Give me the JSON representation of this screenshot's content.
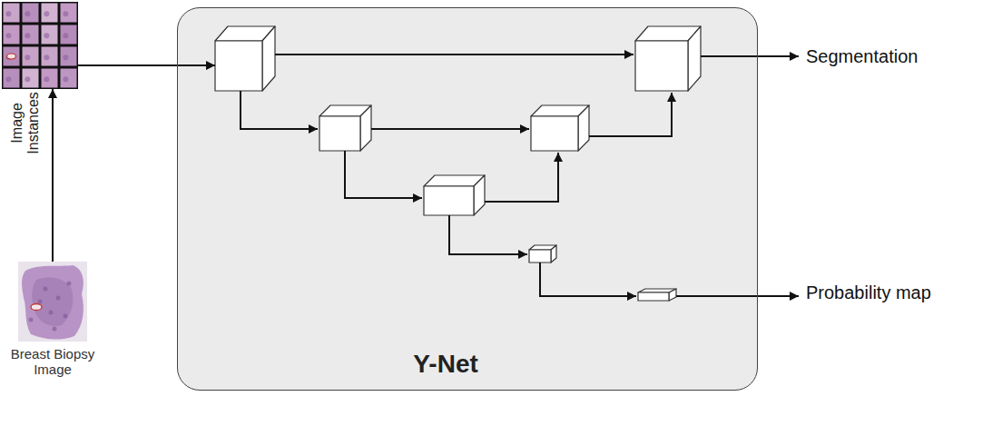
{
  "diagram": {
    "nodes": [
      {
        "text": [
          "Image Instances"
        ]
      },
      {
        "text": [
          "Y-Net"
        ]
      },
      {
        "text": [
          "Breast Biopsy Image"
        ]
      }
    ],
    "edges": [
      {
        "from": 2,
        "to": 0,
        "arrow": "to"
      },
      {
        "from": 0,
        "to": 1,
        "arrow": "to"
      }
    ],
    "labels": [
      "Segmentation",
      "Probability map"
    ]
  }
}
